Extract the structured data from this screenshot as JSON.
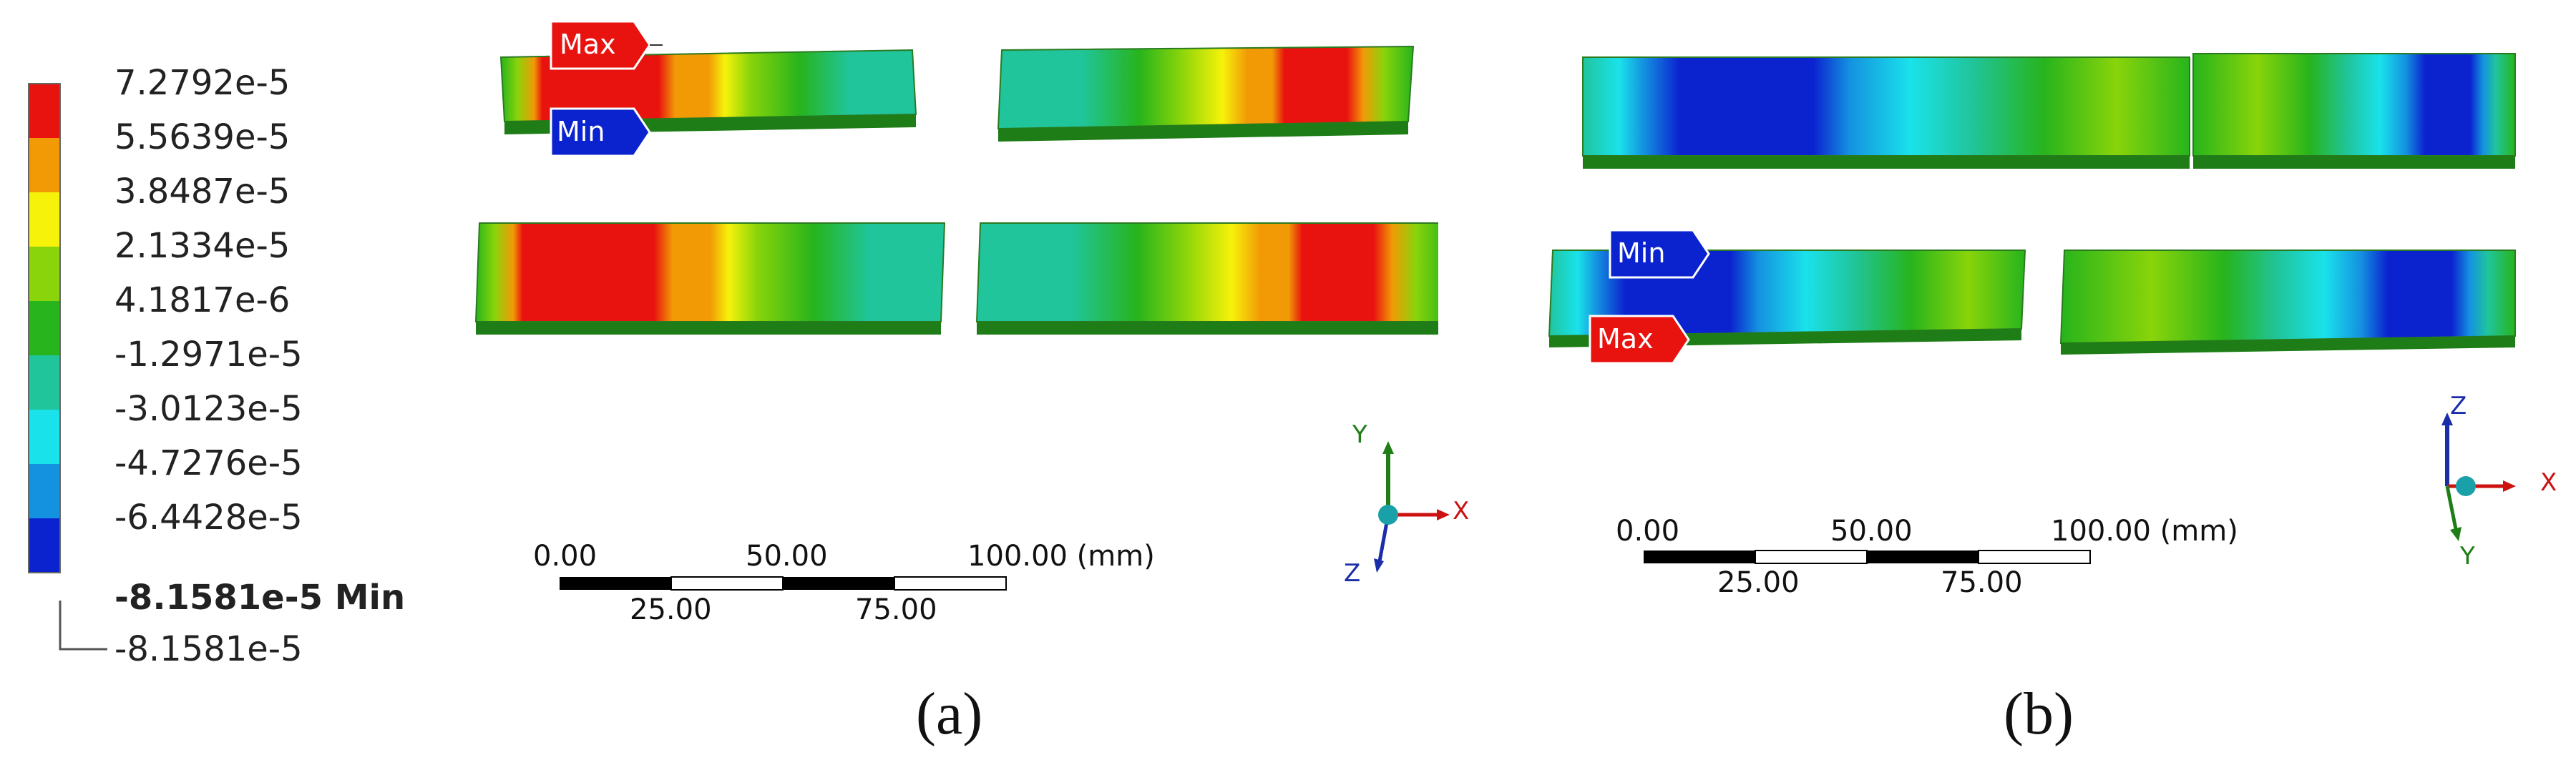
{
  "legend": {
    "labels": [
      "7.2792e-5",
      "5.5639e-5",
      "3.8487e-5",
      "2.1334e-5",
      "4.1817e-6",
      "-1.2971e-5",
      "-3.0123e-5",
      "-4.7276e-5",
      "-6.4428e-5"
    ],
    "min_label": "-8.1581e-5 Min",
    "bottom_label": "-8.1581e-5",
    "colors": [
      "#e8120e",
      "#f19a06",
      "#f7f20a",
      "#89d40a",
      "#27b41c",
      "#20c59c",
      "#1ae2ea",
      "#1492e0",
      "#0b22cf"
    ]
  },
  "markers": {
    "max": "Max",
    "min": "Min"
  },
  "scale_bar_a": {
    "top_labels": [
      "0.00",
      "50.00",
      "100.00 (mm)"
    ],
    "bottom_labels": [
      "25.00",
      "75.00"
    ]
  },
  "scale_bar_b": {
    "top_labels": [
      "0.00",
      "50.00",
      "100.00 (mm)"
    ],
    "bottom_labels": [
      "25.00",
      "75.00"
    ]
  },
  "triad_a": {
    "up": "Y",
    "right": "X",
    "down": "Z"
  },
  "triad_b": {
    "up": "Z",
    "right": "X",
    "down": "Y"
  },
  "captions": {
    "a": "(a)",
    "b": "(b)"
  }
}
